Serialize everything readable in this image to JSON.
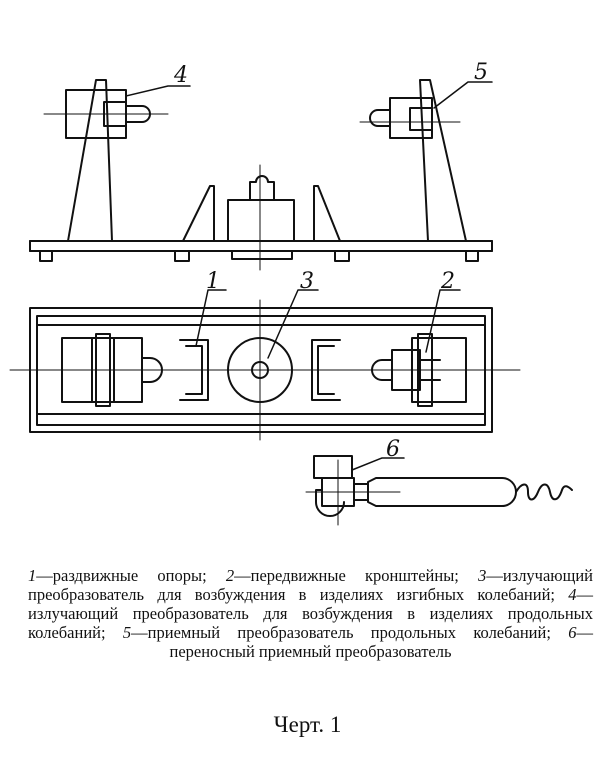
{
  "figure": {
    "part_labels": [
      "1",
      "2",
      "3",
      "4",
      "5",
      "6"
    ]
  },
  "caption": {
    "items": [
      {
        "num": "1",
        "text": "—раздвижные опоры; "
      },
      {
        "num": "2",
        "text": "—передвижные кронштейны; "
      },
      {
        "num": "3",
        "text": "—излучающий преобразователь для возбуждения в изделиях изгибных колебаний; "
      },
      {
        "num": "4",
        "text": "—излучающий преобразователь для возбуждения в изделиях продольных колебаний; "
      },
      {
        "num": "5",
        "text": "—приемный преобразователь продольных колебаний; "
      },
      {
        "num": "6",
        "text": "— переносный приемный преобразователь"
      }
    ]
  },
  "title": "Черт. 1"
}
